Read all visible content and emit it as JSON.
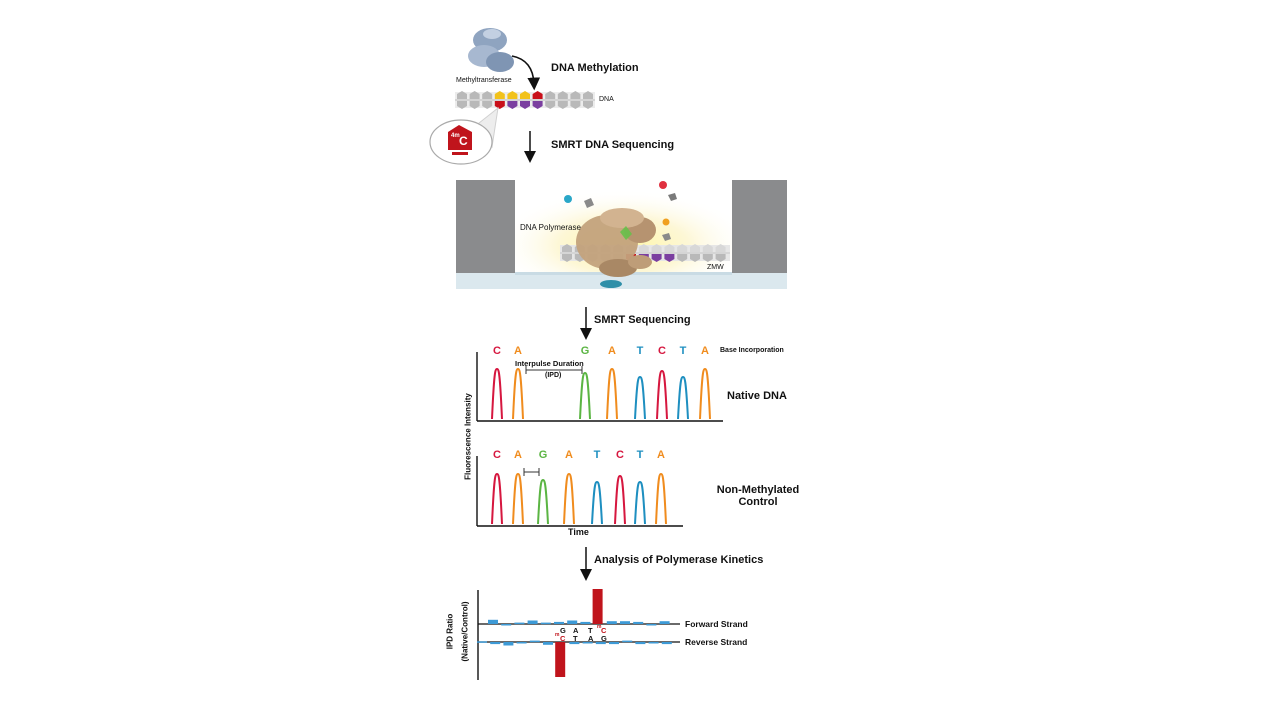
{
  "top": {
    "enzyme_label": "Methyltransferase",
    "methylation_label": "DNA Methylation",
    "dna_label": "DNA",
    "badge_label": "4m",
    "badge_letter": "C",
    "smrt_dna_label": "SMRT DNA Sequencing"
  },
  "zmw": {
    "polymerase_label": "DNA Polymerase",
    "zmw_label": "ZMW"
  },
  "traces": {
    "step_label": "SMRT Sequencing",
    "base_incorporation_label": "Base Incorporation",
    "ipd_label": "Interpulse Duration",
    "ipd_abbrev": "(IPD)",
    "y_axis_label": "Fluorescence Intensity",
    "x_axis_label": "Time",
    "native_label": "Native DNA",
    "control_label_line1": "Non-Methylated",
    "control_label_line2": "Control",
    "native_bases": [
      "C",
      "A",
      "G",
      "A",
      "T",
      "C",
      "T",
      "A"
    ],
    "control_bases": [
      "C",
      "A",
      "G",
      "A",
      "T",
      "C",
      "T",
      "A"
    ],
    "base_colors": {
      "C": "#d6173f",
      "A": "#f08c1e",
      "G": "#5bb543",
      "T": "#1e8fc0"
    }
  },
  "kinetics": {
    "step_label": "Analysis of Polymerase Kinetics",
    "y_axis_line1": "IPD Ratio",
    "y_axis_line2": "(Native/Control)",
    "forward_label": "Forward Strand",
    "reverse_label": "Reverse Strand",
    "forward_seq": [
      "G",
      "A",
      "T",
      "C"
    ],
    "reverse_seq": [
      "C",
      "T",
      "A",
      "G"
    ],
    "mark": "m",
    "forward_ratios": [
      0.6,
      -0.15,
      0.2,
      0.5,
      0.2,
      0.3,
      0.5,
      0.3,
      5.0,
      0.4,
      0.4,
      0.3,
      -0.2,
      0.4
    ],
    "reverse_ratios": [
      0.1,
      -0.3,
      -0.5,
      -0.2,
      0.2,
      -0.4,
      -5.0,
      -0.3,
      -0.2,
      -0.3,
      -0.3,
      0.2,
      -0.3,
      -0.2,
      -0.3
    ]
  }
}
